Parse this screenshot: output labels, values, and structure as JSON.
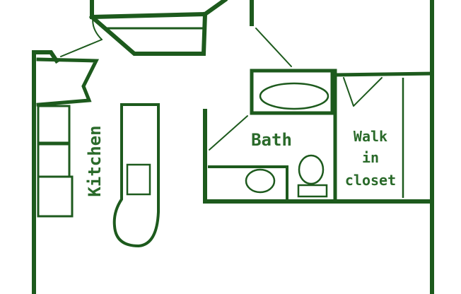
{
  "colors": {
    "wall": "#1d5a1d",
    "label": "#2a6a2a",
    "background": "#ffffff"
  },
  "rooms": {
    "kitchen_label": "Kitchen",
    "bath_label": "Bath",
    "closet_line1": "Walk",
    "closet_line2": "in",
    "closet_line3": "closet"
  }
}
